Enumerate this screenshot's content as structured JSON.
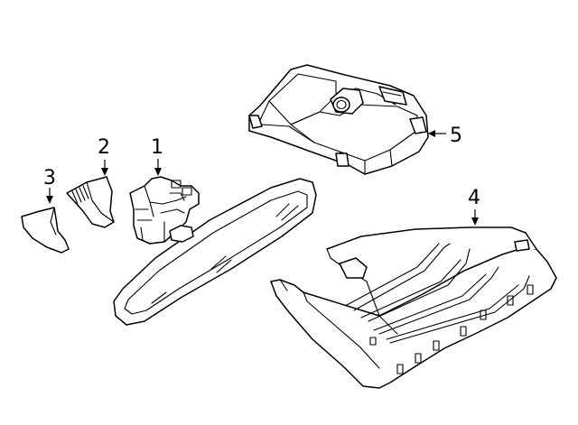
{
  "diagram": {
    "callouts": [
      {
        "id": "part-1",
        "label": "1"
      },
      {
        "id": "part-2",
        "label": "2"
      },
      {
        "id": "part-3",
        "label": "3"
      },
      {
        "id": "part-4",
        "label": "4"
      },
      {
        "id": "part-5",
        "label": "5"
      }
    ]
  }
}
